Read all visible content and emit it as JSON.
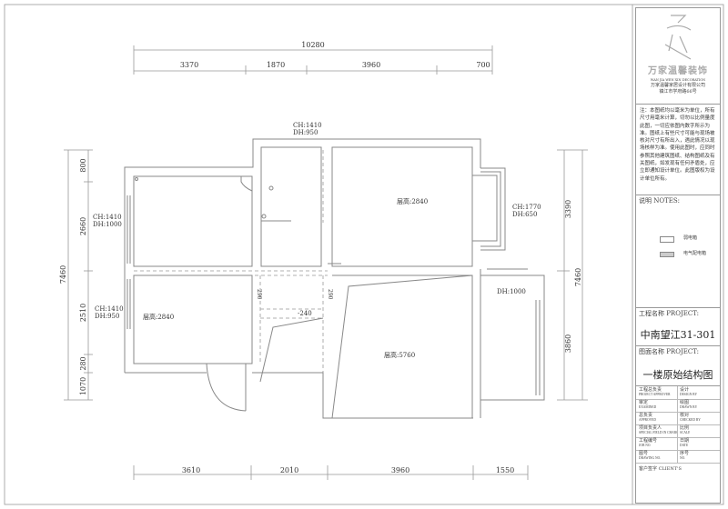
{
  "dimensions": {
    "top_total": "10280",
    "top": [
      "3370",
      "1870",
      "3960",
      "700"
    ],
    "bottom": [
      "3610",
      "2010",
      "3960",
      "1550"
    ],
    "left_total": "7460",
    "left": [
      "800",
      "2660",
      "2510",
      "280",
      "1070"
    ],
    "right_total": "7460",
    "right": [
      "3390",
      "3860"
    ],
    "beam_marks": [
      "290",
      "290"
    ],
    "beam_offset": "-240"
  },
  "windows": {
    "bath": {
      "ch": "CH:1410",
      "dh": "DH:950"
    },
    "left_top": {
      "ch": "CH:1410",
      "dh": "DH:1000"
    },
    "left_bottom": {
      "ch": "CH:1410",
      "dh": "DH:950"
    },
    "right_bay": {
      "ch": "CH:1770",
      "dh": "DH:650"
    },
    "balcony": {
      "dh": "DH:1000"
    }
  },
  "rooms": {
    "top_middle": "层高:2840",
    "bottom_left": "层高:2840",
    "bottom_middle": "层高:5760"
  },
  "title_block": {
    "company_name": "万家温馨装饰",
    "company_en": "WAN JIA WEN XIN DECORATION",
    "company_full": "万家温馨家居设计有限公司",
    "address": "镇江市学府路66号",
    "notes": "注：本图纸均以毫米为单位，所有尺寸用毫米计算，切勿以比例量度此图，一切应依图内数字所示为准。图纸上有些尺寸可能与现场被核对尺寸有所出入，遇此情况以现场核样为准。使用此图时，应同时参照其他建筑图纸、结构图纸及有关图纸，如发现有任何矛盾处，应立即通知设计单位。此图版权为设计单位所有。",
    "notes_label": "说明  NOTES:",
    "legend": [
      {
        "label": "弱电箱"
      },
      {
        "label": "电气配电箱"
      }
    ],
    "project_label": "工程名称 PROJECT:",
    "project_name": "中南望江31-301",
    "drawing_label": "图面名称 PROJECT:",
    "drawing_name": "一楼原始结构图",
    "rows": [
      {
        "a": "工程总负责",
        "a_en": "PROJECT APPROVER",
        "b": "设计",
        "b_en": "DESIGN BY"
      },
      {
        "a": "审定",
        "a_en": "EXAMINED",
        "b": "绘图",
        "b_en": "DRAWN BY"
      },
      {
        "a": "总负责",
        "a_en": "APPROVED",
        "b": "核对",
        "b_en": "CHECKED BY"
      },
      {
        "a": "项目负责人",
        "a_en": "SPECIAL FIELD IN CHARGE",
        "b": "比例",
        "b_en": "SCALE"
      },
      {
        "a": "工程编号",
        "a_en": "JOB NO.",
        "b": "日期",
        "b_en": "DATE"
      },
      {
        "a": "图号",
        "a_en": "DRAWING NO.",
        "b": "序号",
        "b_en": "NO."
      }
    ],
    "client_sign": "客户签字 CLIENT'S"
  }
}
